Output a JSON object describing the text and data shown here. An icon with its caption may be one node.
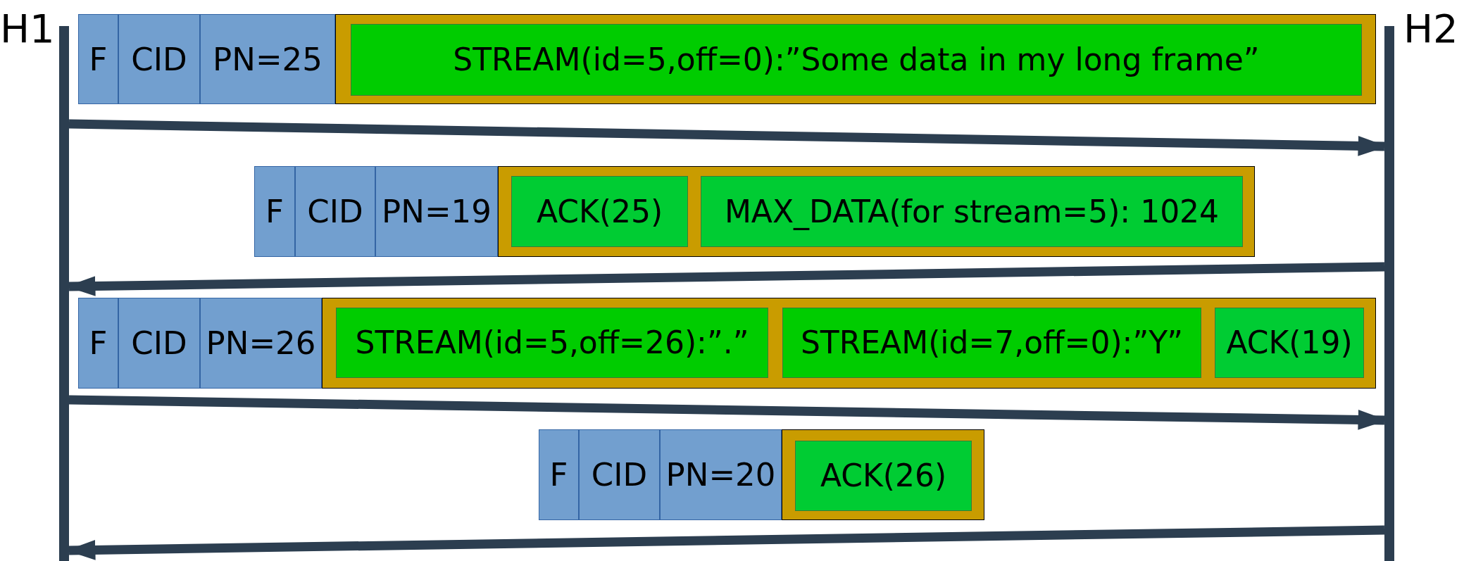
{
  "diagram": {
    "nodes": [
      {
        "text": [
          "H1"
        ]
      },
      {
        "text": [
          "H2"
        ]
      },
      {
        "text": [
          "F"
        ]
      },
      {
        "text": [
          "CID"
        ]
      },
      {
        "text": [
          "PN=25"
        ]
      },
      {
        "text": [],
        "shape": "box"
      },
      {
        "text": [
          "STREAM(id=5,off=0):”Some data in my long frame”"
        ],
        "in": 5
      },
      {
        "text": [
          "F"
        ]
      },
      {
        "text": [
          "CID"
        ]
      },
      {
        "text": [
          "PN=19"
        ]
      },
      {
        "text": [],
        "shape": "box"
      },
      {
        "text": [
          "ACK(25)"
        ],
        "in": 10
      },
      {
        "text": [
          "MAX_DATA(for stream=5): 1024"
        ],
        "in": 10
      },
      {
        "text": [
          "F"
        ]
      },
      {
        "text": [
          "CID"
        ]
      },
      {
        "text": [
          "PN=26"
        ]
      },
      {
        "text": [],
        "shape": "box"
      },
      {
        "text": [
          "STREAM(id=5,off=26):”.”"
        ],
        "in": 16
      },
      {
        "text": [
          "STREAM(id=7,off=0):”Y”"
        ],
        "in": 16
      },
      {
        "text": [
          "ACK(19)"
        ],
        "in": 16
      },
      {
        "text": [
          "F"
        ]
      },
      {
        "text": [
          "CID"
        ]
      },
      {
        "text": [
          "PN=20"
        ]
      },
      {
        "text": [],
        "shape": "box"
      },
      {
        "text": [
          "ACK(26)"
        ],
        "in": 23
      }
    ],
    "edges": [
      {
        "from": 0,
        "to": 1,
        "arrow": "to"
      },
      {
        "from": 1,
        "to": 0,
        "arrow": "to"
      },
      {
        "from": 0,
        "to": 1,
        "arrow": "to"
      },
      {
        "from": 1,
        "to": 0,
        "arrow": "to"
      }
    ]
  }
}
